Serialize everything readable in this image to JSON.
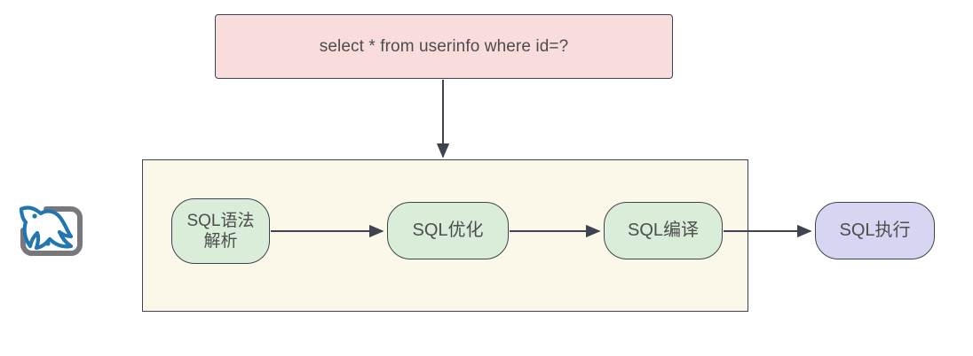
{
  "diagram": {
    "title_text": "select * from userinfo where id=?",
    "logo": {
      "name": "mysql-dolphin-logo",
      "dolphin_color": "#2175b0",
      "bracket_color": "#76787c"
    },
    "container": {
      "name": "mysql-server-engine-container",
      "fill": "#fbf7e9",
      "stroke": "#3d4450"
    },
    "query_node": {
      "label": "select * from userinfo where id=?",
      "fill": "#f9dcdc",
      "stroke": "#3d4450"
    },
    "stages": [
      {
        "label": "SQL语法\n解析",
        "fill": "#d9edd9",
        "stroke": "#3d4450"
      },
      {
        "label": "SQL优化",
        "fill": "#d9edd9",
        "stroke": "#3d4450"
      },
      {
        "label": "SQL编译",
        "fill": "#d9edd9",
        "stroke": "#3d4450"
      },
      {
        "label": "SQL执行",
        "fill": "#d6d6f3",
        "stroke": "#3d4450"
      }
    ],
    "edges": [
      {
        "name": "edge-query-to-container",
        "from": "query_node",
        "to": "container",
        "direction": "down"
      },
      {
        "name": "edge-parse-to-optimize",
        "from": "SQL语法解析",
        "to": "SQL优化",
        "direction": "right"
      },
      {
        "name": "edge-optimize-to-compile",
        "from": "SQL优化",
        "to": "SQL编译",
        "direction": "right"
      },
      {
        "name": "edge-compile-to-execute",
        "from": "SQL编译",
        "to": "SQL执行",
        "direction": "right"
      }
    ],
    "edge_color": "#3d4450",
    "background": "#ffffff"
  }
}
